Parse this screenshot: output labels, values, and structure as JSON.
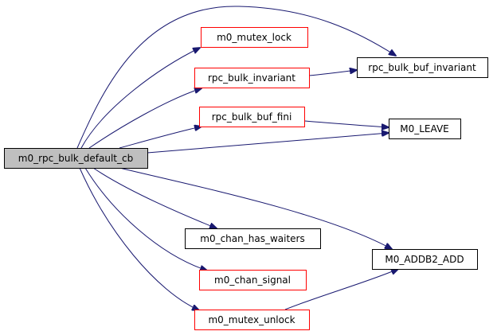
{
  "nodes": {
    "root": {
      "label": "m0_rpc_bulk_default_cb",
      "fill": "#bfbfbf",
      "border": "#000000"
    },
    "mutex_lock": {
      "label": "m0_mutex_lock",
      "border": "#ff0000"
    },
    "bulk_invariant": {
      "label": "rpc_bulk_invariant",
      "border": "#ff0000"
    },
    "bulk_buf_fini": {
      "label": "rpc_bulk_buf_fini",
      "border": "#ff0000"
    },
    "bulk_buf_invariant": {
      "label": "rpc_bulk_buf_invariant",
      "border": "#000000"
    },
    "leave": {
      "label": "M0_LEAVE",
      "border": "#000000"
    },
    "chan_has_waiters": {
      "label": "m0_chan_has_waiters",
      "border": "#000000"
    },
    "chan_signal": {
      "label": "m0_chan_signal",
      "border": "#ff0000"
    },
    "mutex_unlock": {
      "label": "m0_mutex_unlock",
      "border": "#ff0000"
    },
    "addb2_add": {
      "label": "M0_ADDB2_ADD",
      "border": "#000000"
    }
  },
  "edge_color": "#191970",
  "edges": [
    {
      "from": "m0_rpc_bulk_default_cb",
      "to": "rpc_bulk_buf_invariant"
    },
    {
      "from": "m0_rpc_bulk_default_cb",
      "to": "m0_mutex_lock"
    },
    {
      "from": "m0_rpc_bulk_default_cb",
      "to": "rpc_bulk_invariant"
    },
    {
      "from": "m0_rpc_bulk_default_cb",
      "to": "rpc_bulk_buf_fini"
    },
    {
      "from": "m0_rpc_bulk_default_cb",
      "to": "M0_LEAVE"
    },
    {
      "from": "m0_rpc_bulk_default_cb",
      "to": "M0_ADDB2_ADD"
    },
    {
      "from": "m0_rpc_bulk_default_cb",
      "to": "m0_chan_has_waiters"
    },
    {
      "from": "m0_rpc_bulk_default_cb",
      "to": "m0_chan_signal"
    },
    {
      "from": "m0_rpc_bulk_default_cb",
      "to": "m0_mutex_unlock"
    },
    {
      "from": "rpc_bulk_invariant",
      "to": "rpc_bulk_buf_invariant"
    },
    {
      "from": "rpc_bulk_buf_fini",
      "to": "M0_LEAVE"
    },
    {
      "from": "m0_mutex_unlock",
      "to": "M0_ADDB2_ADD"
    }
  ]
}
